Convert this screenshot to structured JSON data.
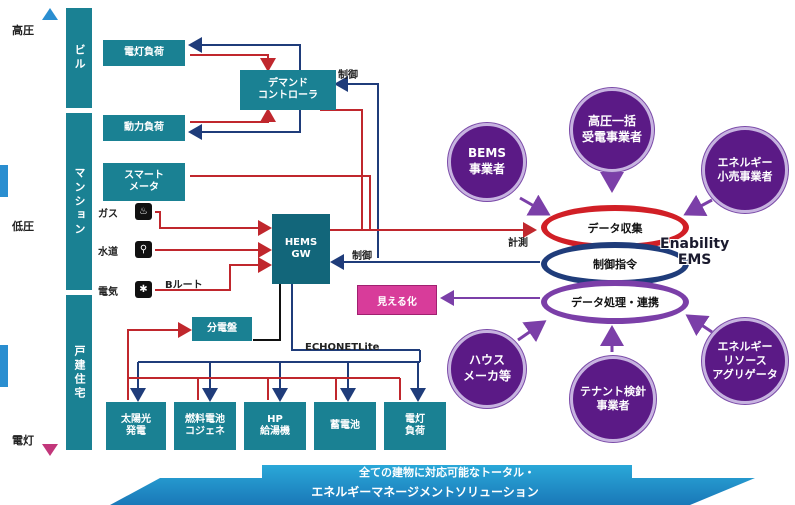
{
  "voltage_axis": {
    "high": "高圧",
    "low": "低圧",
    "lighting": "電灯"
  },
  "segments": {
    "building": "ビル",
    "mansion": "マンション",
    "detached": "戸建住宅"
  },
  "boxes": {
    "lighting_load": "電灯負荷",
    "power_load": "動力負荷",
    "demand_controller": "デマンド\nコントローラ",
    "smart_meter": "スマート\nメータ",
    "hems_gw": "HEMS\nGW",
    "distribution_board": "分電盤",
    "visualization": "見える化"
  },
  "devices": [
    {
      "label": "ガス",
      "icon": "flame-icon"
    },
    {
      "label": "水道",
      "icon": "faucet-icon"
    },
    {
      "label": "電気",
      "icon": "bulb-icon"
    }
  ],
  "edge_labels": {
    "control_top": "制御",
    "control_mid": "制御",
    "measure": "計測",
    "b_route": "Bルート",
    "echonet": "ECHONETLite"
  },
  "home_devices": [
    "太陽光\n発電",
    "燃料電池\nコジェネ",
    "HP\n給湯機",
    "蓄電池",
    "電灯\n負荷"
  ],
  "ems": {
    "data_collection": "データ収集",
    "control_command": "制御指令",
    "data_processing": "データ処理・連携",
    "name": "Enability\nEMS"
  },
  "operators": [
    "BEMS\n事業者",
    "高圧一括\n受電事業者",
    "エネルギー\n小売事業者",
    "エネルギー\nリソース\nアグリゲータ",
    "テナント検針\n事業者",
    "ハウス\nメーカ等"
  ],
  "banner": {
    "line1": "全ての建物に対応可能なトータル・",
    "line2": "エネルギーマネージメントソリューション"
  },
  "colors": {
    "teal": "#1a8193",
    "red_line": "#c0272d",
    "navy_line": "#1f3c7a",
    "purple": "#5b1a86"
  }
}
